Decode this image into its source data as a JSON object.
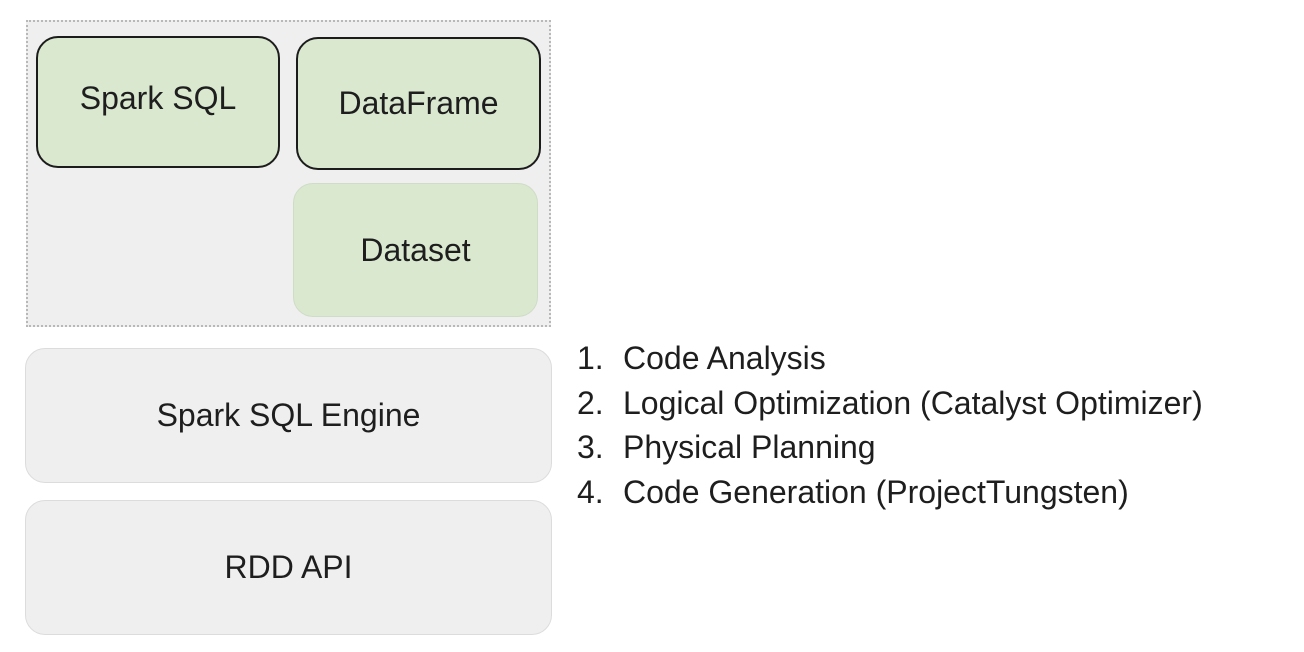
{
  "diagram": {
    "layers": {
      "api_boxes": [
        {
          "label": "Spark SQL",
          "emphasis": "bold-border"
        },
        {
          "label": "DataFrame",
          "emphasis": "bold-border"
        },
        {
          "label": "Dataset",
          "emphasis": "light-border"
        }
      ],
      "engine": {
        "label": "Spark SQL Engine"
      },
      "base": {
        "label": "RDD API"
      }
    },
    "steps": [
      {
        "num": "1.",
        "text": "Code Analysis"
      },
      {
        "num": "2.",
        "text": "Logical Optimization (Catalyst Optimizer)"
      },
      {
        "num": "3.",
        "text": "Physical Planning"
      },
      {
        "num": "4.",
        "text": "Code Generation (ProjectTungsten)"
      }
    ],
    "colors": {
      "api_fill": "#d9e8cf",
      "layer_fill": "#efefef",
      "border_dark": "#1c1c1c",
      "group_border": "#b8b8b8"
    }
  }
}
